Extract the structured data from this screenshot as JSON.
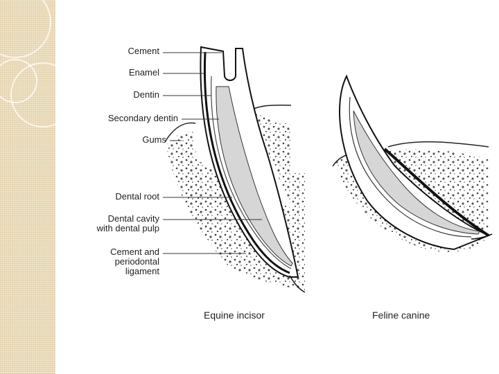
{
  "labels": {
    "cement": "Cement",
    "enamel": "Enamel",
    "dentin": "Dentin",
    "secondary_dentin": "Secondary dentin",
    "gums": "Gums",
    "dental_root": "Dental root",
    "dental_cavity": "Dental cavity\nwith dental pulp",
    "cement_periodontal": "Cement and\nperiodontal\nligament"
  },
  "captions": {
    "equine": "Equine incisor",
    "feline": "Feline canine"
  }
}
